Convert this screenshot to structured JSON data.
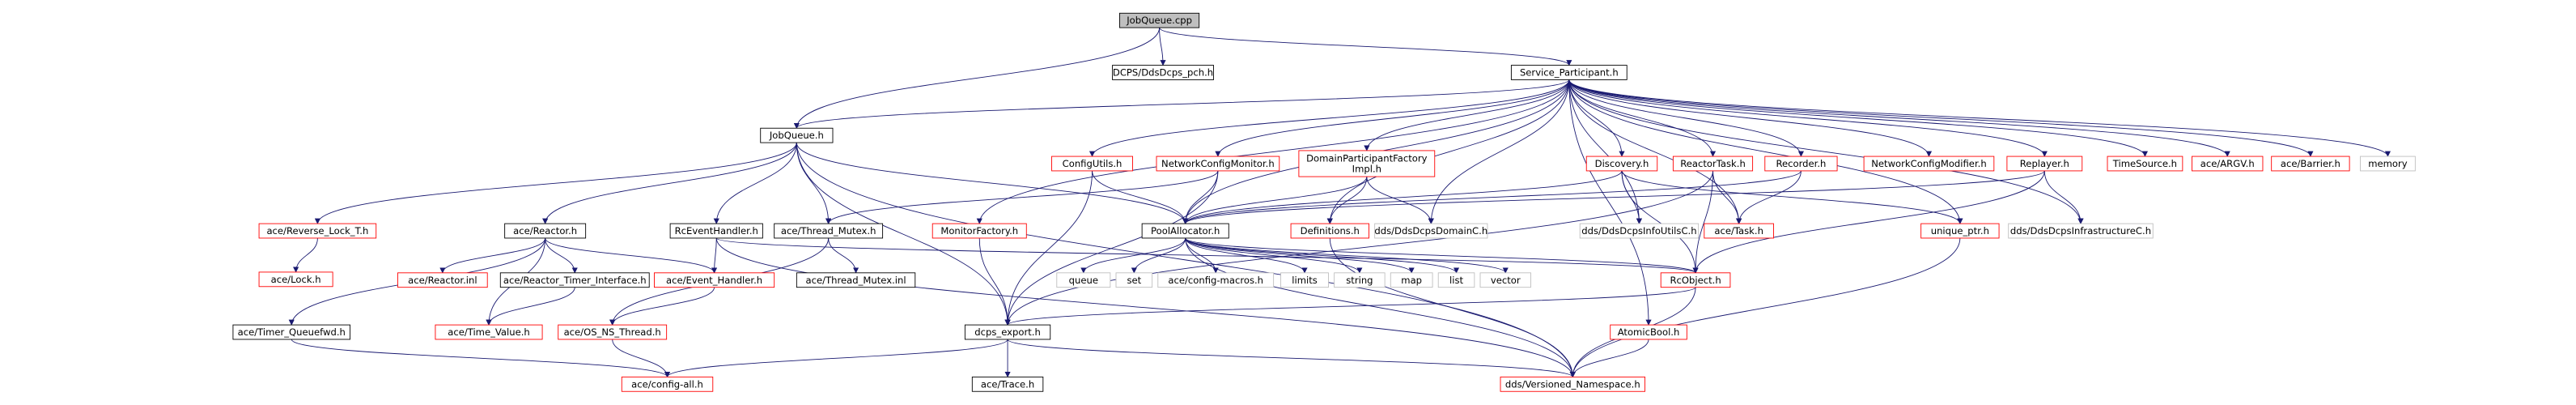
{
  "colors": {
    "edge": "#191970",
    "root_fill": "#bfbfbf",
    "node_fill": "#ffffff",
    "text": "#000000",
    "border_default": "#000000",
    "border_truncated": "#ff0000",
    "border_external": "#bfbfbf"
  },
  "nodes": [
    {
      "id": "jobqueue_cpp",
      "lines": [
        "JobQueue.cpp"
      ],
      "style": "root"
    },
    {
      "id": "dcps_pch",
      "lines": [
        "DCPS/DdsDcps_pch.h"
      ],
      "style": "default"
    },
    {
      "id": "service_participant",
      "lines": [
        "Service_Participant.h"
      ],
      "style": "default"
    },
    {
      "id": "jobqueue_h",
      "lines": [
        "JobQueue.h"
      ],
      "style": "default"
    },
    {
      "id": "configutils",
      "lines": [
        "ConfigUtils.h"
      ],
      "style": "truncated"
    },
    {
      "id": "networkconfigmonitor",
      "lines": [
        "NetworkConfigMonitor.h"
      ],
      "style": "truncated"
    },
    {
      "id": "domainparticipantfactoryimpl",
      "lines": [
        "DomainParticipantFactory",
        "Impl.h"
      ],
      "style": "truncated"
    },
    {
      "id": "discovery",
      "lines": [
        "Discovery.h"
      ],
      "style": "truncated"
    },
    {
      "id": "reactortask",
      "lines": [
        "ReactorTask.h"
      ],
      "style": "truncated"
    },
    {
      "id": "recorder",
      "lines": [
        "Recorder.h"
      ],
      "style": "truncated"
    },
    {
      "id": "networkconfigmodifier",
      "lines": [
        "NetworkConfigModifier.h"
      ],
      "style": "truncated"
    },
    {
      "id": "replayer",
      "lines": [
        "Replayer.h"
      ],
      "style": "truncated"
    },
    {
      "id": "timesource",
      "lines": [
        "TimeSource.h"
      ],
      "style": "truncated"
    },
    {
      "id": "ace_argv",
      "lines": [
        "ace/ARGV.h"
      ],
      "style": "truncated"
    },
    {
      "id": "ace_barrier",
      "lines": [
        "ace/Barrier.h"
      ],
      "style": "truncated"
    },
    {
      "id": "memory",
      "lines": [
        "memory"
      ],
      "style": "external"
    },
    {
      "id": "ace_reverse_lock",
      "lines": [
        "ace/Reverse_Lock_T.h"
      ],
      "style": "truncated"
    },
    {
      "id": "ace_reactor",
      "lines": [
        "ace/Reactor.h"
      ],
      "style": "default"
    },
    {
      "id": "rceventhandler",
      "lines": [
        "RcEventHandler.h"
      ],
      "style": "default"
    },
    {
      "id": "ace_thread_mutex",
      "lines": [
        "ace/Thread_Mutex.h"
      ],
      "style": "default"
    },
    {
      "id": "monitorfactory",
      "lines": [
        "MonitorFactory.h"
      ],
      "style": "truncated"
    },
    {
      "id": "poolallocator",
      "lines": [
        "PoolAllocator.h"
      ],
      "style": "default"
    },
    {
      "id": "definitions",
      "lines": [
        "Definitions.h"
      ],
      "style": "truncated"
    },
    {
      "id": "dds_domainc",
      "lines": [
        "dds/DdsDcpsDomainC.h"
      ],
      "style": "external"
    },
    {
      "id": "dds_infoutilsc",
      "lines": [
        "dds/DdsDcpsInfoUtilsC.h"
      ],
      "style": "external"
    },
    {
      "id": "ace_task",
      "lines": [
        "ace/Task.h"
      ],
      "style": "truncated"
    },
    {
      "id": "unique_ptr",
      "lines": [
        "unique_ptr.h"
      ],
      "style": "truncated"
    },
    {
      "id": "dds_infrastructurec",
      "lines": [
        "dds/DdsDcpsInfrastructureC.h"
      ],
      "style": "external"
    },
    {
      "id": "ace_lock",
      "lines": [
        "ace/Lock.h"
      ],
      "style": "truncated"
    },
    {
      "id": "ace_reactor_inl",
      "lines": [
        "ace/Reactor.inl"
      ],
      "style": "truncated"
    },
    {
      "id": "ace_reactor_timer_interface",
      "lines": [
        "ace/Reactor_Timer_Interface.h"
      ],
      "style": "default"
    },
    {
      "id": "ace_event_handler",
      "lines": [
        "ace/Event_Handler.h"
      ],
      "style": "truncated"
    },
    {
      "id": "ace_thread_mutex_inl",
      "lines": [
        "ace/Thread_Mutex.inl"
      ],
      "style": "default"
    },
    {
      "id": "queue",
      "lines": [
        "queue"
      ],
      "style": "external"
    },
    {
      "id": "set",
      "lines": [
        "set"
      ],
      "style": "external"
    },
    {
      "id": "ace_config_macros",
      "lines": [
        "ace/config-macros.h"
      ],
      "style": "external"
    },
    {
      "id": "limits",
      "lines": [
        "limits"
      ],
      "style": "external"
    },
    {
      "id": "string",
      "lines": [
        "string"
      ],
      "style": "external"
    },
    {
      "id": "map",
      "lines": [
        "map"
      ],
      "style": "external"
    },
    {
      "id": "list",
      "lines": [
        "list"
      ],
      "style": "external"
    },
    {
      "id": "vector",
      "lines": [
        "vector"
      ],
      "style": "external"
    },
    {
      "id": "rcobject",
      "lines": [
        "RcObject.h"
      ],
      "style": "truncated"
    },
    {
      "id": "ace_timer_queuefwd",
      "lines": [
        "ace/Timer_Queuefwd.h"
      ],
      "style": "default"
    },
    {
      "id": "ace_time_value",
      "lines": [
        "ace/Time_Value.h"
      ],
      "style": "truncated"
    },
    {
      "id": "ace_os_ns_thread",
      "lines": [
        "ace/OS_NS_Thread.h"
      ],
      "style": "truncated"
    },
    {
      "id": "dcps_export",
      "lines": [
        "dcps_export.h"
      ],
      "style": "default"
    },
    {
      "id": "atomicbool",
      "lines": [
        "AtomicBool.h"
      ],
      "style": "truncated"
    },
    {
      "id": "ace_config_all",
      "lines": [
        "ace/config-all.h"
      ],
      "style": "truncated"
    },
    {
      "id": "ace_trace",
      "lines": [
        "ace/Trace.h"
      ],
      "style": "default"
    },
    {
      "id": "dds_versioned_namespace",
      "lines": [
        "dds/Versioned_Namespace.h"
      ],
      "style": "truncated"
    }
  ],
  "edges": [
    [
      "jobqueue_cpp",
      "dcps_pch"
    ],
    [
      "jobqueue_cpp",
      "jobqueue_h"
    ],
    [
      "jobqueue_cpp",
      "service_participant"
    ],
    [
      "service_participant",
      "jobqueue_h"
    ],
    [
      "service_participant",
      "configutils"
    ],
    [
      "service_participant",
      "networkconfigmonitor"
    ],
    [
      "service_participant",
      "domainparticipantfactoryimpl"
    ],
    [
      "service_participant",
      "discovery"
    ],
    [
      "service_participant",
      "reactortask"
    ],
    [
      "service_participant",
      "recorder"
    ],
    [
      "service_participant",
      "networkconfigmodifier"
    ],
    [
      "service_participant",
      "replayer"
    ],
    [
      "service_participant",
      "timesource"
    ],
    [
      "service_participant",
      "ace_argv"
    ],
    [
      "service_participant",
      "ace_barrier"
    ],
    [
      "service_participant",
      "memory"
    ],
    [
      "service_participant",
      "monitorfactory"
    ],
    [
      "service_participant",
      "poolallocator"
    ],
    [
      "service_participant",
      "definitions"
    ],
    [
      "service_participant",
      "dds_domainc"
    ],
    [
      "service_participant",
      "dds_infoutilsc"
    ],
    [
      "service_participant",
      "ace_task"
    ],
    [
      "service_participant",
      "unique_ptr"
    ],
    [
      "service_participant",
      "dds_infrastructurec"
    ],
    [
      "service_participant",
      "atomicbool"
    ],
    [
      "jobqueue_h",
      "ace_reverse_lock"
    ],
    [
      "jobqueue_h",
      "ace_reactor"
    ],
    [
      "jobqueue_h",
      "rceventhandler"
    ],
    [
      "jobqueue_h",
      "ace_thread_mutex"
    ],
    [
      "jobqueue_h",
      "poolallocator"
    ],
    [
      "jobqueue_h",
      "dcps_export"
    ],
    [
      "jobqueue_h",
      "dds_versioned_namespace"
    ],
    [
      "ace_reverse_lock",
      "ace_lock"
    ],
    [
      "ace_reactor",
      "ace_reactor_inl"
    ],
    [
      "ace_reactor",
      "ace_reactor_timer_interface"
    ],
    [
      "ace_reactor",
      "ace_event_handler"
    ],
    [
      "ace_reactor",
      "ace_timer_queuefwd"
    ],
    [
      "ace_reactor",
      "ace_time_value"
    ],
    [
      "rceventhandler",
      "ace_event_handler"
    ],
    [
      "rceventhandler",
      "rcobject"
    ],
    [
      "rceventhandler",
      "dds_versioned_namespace"
    ],
    [
      "ace_thread_mutex",
      "ace_thread_mutex_inl"
    ],
    [
      "ace_thread_mutex",
      "ace_os_ns_thread"
    ],
    [
      "ace_reactor_timer_interface",
      "ace_time_value"
    ],
    [
      "ace_event_handler",
      "ace_os_ns_thread"
    ],
    [
      "ace_timer_queuefwd",
      "ace_config_all"
    ],
    [
      "ace_os_ns_thread",
      "ace_config_all"
    ],
    [
      "configutils",
      "dcps_export"
    ],
    [
      "configutils",
      "poolallocator"
    ],
    [
      "networkconfigmonitor",
      "ace_thread_mutex"
    ],
    [
      "networkconfigmonitor",
      "poolallocator"
    ],
    [
      "networkconfigmonitor",
      "dcps_export"
    ],
    [
      "domainparticipantfactoryimpl",
      "poolallocator"
    ],
    [
      "domainparticipantfactoryimpl",
      "definitions"
    ],
    [
      "domainparticipantfactoryimpl",
      "dds_domainc"
    ],
    [
      "discovery",
      "poolallocator"
    ],
    [
      "discovery",
      "dds_infoutilsc"
    ],
    [
      "discovery",
      "rcobject"
    ],
    [
      "discovery",
      "unique_ptr"
    ],
    [
      "reactortask",
      "ace_task"
    ],
    [
      "reactortask",
      "rcobject"
    ],
    [
      "reactortask",
      "dcps_export"
    ],
    [
      "recorder",
      "poolallocator"
    ],
    [
      "recorder",
      "ace_task"
    ],
    [
      "replayer",
      "poolallocator"
    ],
    [
      "replayer",
      "dds_infrastructurec"
    ],
    [
      "replayer",
      "rcobject"
    ],
    [
      "monitorfactory",
      "dcps_export"
    ],
    [
      "poolallocator",
      "queue"
    ],
    [
      "poolallocator",
      "set"
    ],
    [
      "poolallocator",
      "ace_config_macros"
    ],
    [
      "poolallocator",
      "limits"
    ],
    [
      "poolallocator",
      "string"
    ],
    [
      "poolallocator",
      "map"
    ],
    [
      "poolallocator",
      "list"
    ],
    [
      "poolallocator",
      "vector"
    ],
    [
      "poolallocator",
      "rcobject"
    ],
    [
      "poolallocator",
      "dds_versioned_namespace"
    ],
    [
      "definitions",
      "dds_versioned_namespace"
    ],
    [
      "rcobject",
      "dcps_export"
    ],
    [
      "rcobject",
      "dds_versioned_namespace"
    ],
    [
      "unique_ptr",
      "dds_versioned_namespace"
    ],
    [
      "atomicbool",
      "dds_versioned_namespace"
    ],
    [
      "dcps_export",
      "ace_config_all"
    ],
    [
      "dcps_export",
      "ace_trace"
    ],
    [
      "dcps_export",
      "dds_versioned_namespace"
    ]
  ]
}
